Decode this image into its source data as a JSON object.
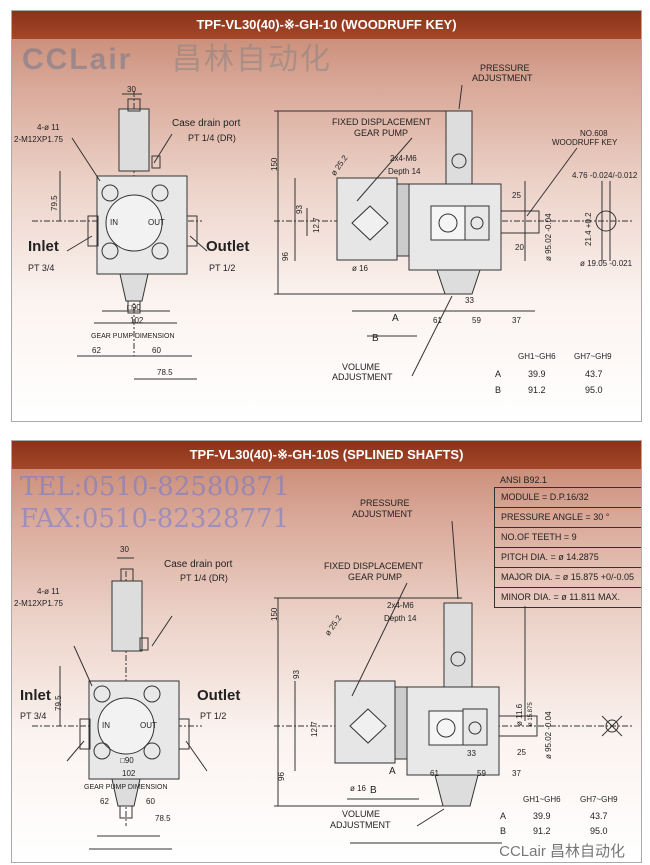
{
  "panels": [
    {
      "title": "TPF-VL30(40)-※-GH-10 (WOODRUFF KEY)",
      "watermark_logo": "CCLair",
      "watermark_cn": "昌林自动化",
      "labels": {
        "pressure_adj_1": "PRESSURE",
        "pressure_adj_2": "ADJUSTMENT",
        "fixed_1": "FIXED DISPLACEMENT",
        "fixed_2": "GEAR PUMP",
        "key_1": "NO.608",
        "key_2": "WOODRUFF KEY",
        "holes": "4-ø 11",
        "thread": "2-M12XP1.75",
        "drain": "Case drain port",
        "drain_pt": "PT 1/4 (DR)",
        "inlet": "Inlet",
        "inlet_pt": "PT 3/4",
        "outlet": "Outlet",
        "outlet_pt": "PT 1/2",
        "gear_dim": "GEAR PUMP DIMENSION",
        "volume_1": "VOLUME",
        "volume_2": "ADJUSTMENT",
        "in": "IN",
        "out": "OUT"
      },
      "dims": {
        "d30": "30",
        "d150": "150",
        "d79_5": "79.5",
        "d93": "93",
        "d96": "96",
        "d12_7": "12.7",
        "d25_2": "ø 25.2",
        "m6": "2x4-M6",
        "depth": "Depth 14",
        "d25": "25",
        "d20": "20",
        "d95": "ø 95.02 -0.04",
        "d476": "4.76 -0.024/-0.012",
        "d214": "21.4 +0.2",
        "d1905": "ø 19.05 -0.021",
        "d16": "ø 16",
        "sq90": "□90",
        "d102": "102",
        "d62": "62",
        "d60": "60",
        "d78_5": "78.5",
        "A": "A",
        "d61": "61",
        "d59": "59",
        "d37": "37",
        "d33": "33",
        "B": "B"
      },
      "table": {
        "headers": [
          "GH1~GH6",
          "GH7~GH9"
        ],
        "rows": [
          {
            "label": "A",
            "v1": "39.9",
            "v2": "43.7"
          },
          {
            "label": "B",
            "v1": "91.2",
            "v2": "95.0"
          }
        ]
      }
    },
    {
      "title": "TPF-VL30(40)-※-GH-10S (SPLINED SHAFTS)",
      "watermark_tel": "TEL:0510-82580871",
      "watermark_fax": "FAX:0510-82328771",
      "brand": "CCLair 昌林自动化",
      "labels": {
        "pressure_adj_1": "PRESSURE",
        "pressure_adj_2": "ADJUSTMENT",
        "fixed_1": "FIXED DISPLACEMENT",
        "fixed_2": "GEAR PUMP",
        "holes": "4-ø 11",
        "thread": "2-M12XP1.75",
        "drain": "Case drain port",
        "drain_pt": "PT 1/4 (DR)",
        "inlet": "Inlet",
        "inlet_pt": "PT 3/4",
        "outlet": "Outlet",
        "outlet_pt": "PT 1/2",
        "gear_dim": "GEAR PUMP DIMENSION",
        "volume_1": "VOLUME",
        "volume_2": "ADJUSTMENT",
        "in": "IN",
        "out": "OUT"
      },
      "dims": {
        "d30": "30",
        "d150": "150",
        "d79_5": "79.5",
        "d93": "93",
        "d96": "96",
        "d12_7": "12.7",
        "d25_2": "ø 25.2",
        "m6": "2x4-M6",
        "depth": "Depth 14",
        "d25": "25",
        "d11_6": "ø 11.6",
        "d15_875": "ø 15.875",
        "d95": "ø 95.02 -0.04",
        "d16": "ø 16",
        "sq90": "□90",
        "d102": "102",
        "d62": "62",
        "d60": "60",
        "d78_5": "78.5",
        "A": "A",
        "d61": "61",
        "d59": "59",
        "d37": "37",
        "d33": "33",
        "B": "B"
      },
      "ansi": {
        "title": "ANSI B92.1",
        "rows": [
          "MODULE = D.P.16/32",
          "PRESSURE ANGLE = 30 °",
          "NO.OF TEETH = 9",
          "PITCH DIA. = ø 14.2875",
          "MAJOR DIA. = ø 15.875 +0/-0.05",
          "MINOR DIA. = ø 11.811 MAX."
        ]
      },
      "table": {
        "headers": [
          "GH1~GH6",
          "GH7~GH9"
        ],
        "rows": [
          {
            "label": "A",
            "v1": "39.9",
            "v2": "43.7"
          },
          {
            "label": "B",
            "v1": "91.2",
            "v2": "95.0"
          }
        ]
      }
    }
  ]
}
